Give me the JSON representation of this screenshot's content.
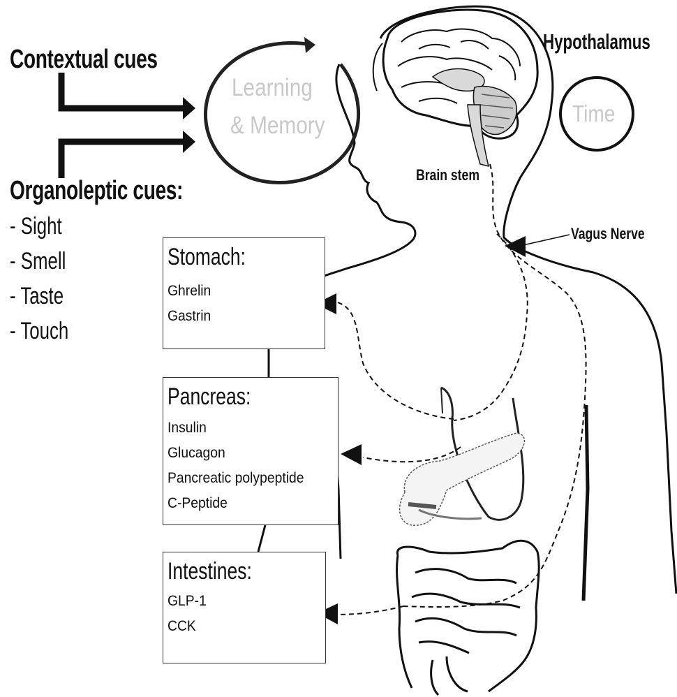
{
  "labels": {
    "contextual_cues": "Contextual cues",
    "organoleptic_cues": "Organoleptic cues:",
    "learning": "Learning",
    "memory": "& Memory",
    "hypothalamus": "Hypothalamus",
    "time": "Time",
    "brain_stem": "Brain stem",
    "vagus_nerve": "Vagus Nerve"
  },
  "senses": [
    "- Sight",
    "- Smell",
    "- Taste",
    "- Touch"
  ],
  "organs": [
    {
      "title": "Stomach:",
      "hormones": [
        "Ghrelin",
        "Gastrin"
      ]
    },
    {
      "title": "Pancreas:",
      "hormones": [
        "Insulin",
        "Glucagon",
        "Pancreatic polypeptide",
        "C-Peptide"
      ]
    },
    {
      "title": "Intestines:",
      "hormones": [
        "GLP-1",
        "CCK"
      ]
    }
  ],
  "colors": {
    "ink": "#111111",
    "faded_text": "#c8c8c8",
    "brain_fill": "#d9d9d9",
    "organ_fill": "#ededed"
  }
}
